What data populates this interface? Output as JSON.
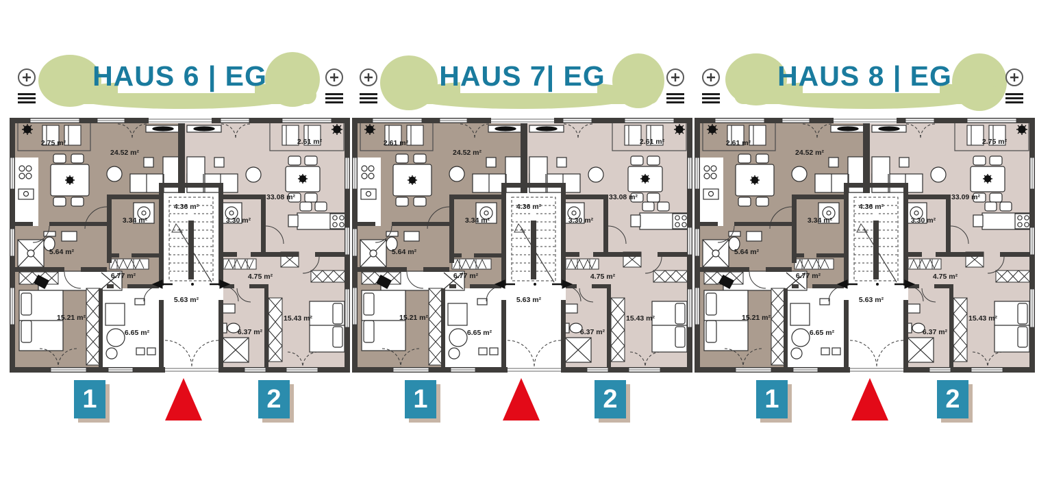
{
  "page": {
    "type": "floor-plan-sheet",
    "floor_level": "EG",
    "background": "#ffffff"
  },
  "colors": {
    "title_teal": "#1a7b9e",
    "foliage_green": "#cbd79c",
    "unit1_fill": "#ab9c8f",
    "unit2_fill": "#d9cdc8",
    "wall": "#3f3d3b",
    "badge_blue": "#2b8cad",
    "badge_shadow": "#c7b5a6",
    "triangle_red": "#e30a18"
  },
  "icons": {
    "zoom": "plus-circle-icon",
    "menu": "hamburger-menu-icon",
    "entrance_marker": "triangle-up"
  },
  "houses": [
    {
      "title": "HAUS 6 | EG",
      "rooms": {
        "balcony_left": "2.75 m²",
        "living_left": "24.52 m²",
        "balcony_right": "2.61 m²",
        "living_right": "33.08 m²",
        "utility_left": "3.34 m²",
        "stairs": "4.36 m²",
        "utility_right": "3.30 m²",
        "bath_left": "5.64 m²",
        "hall_left": "6.77 m²",
        "hall_right": "4.75 m²",
        "entry": "5.63 m²",
        "bedroom_left": "15.21 m²",
        "child_room": "6.65 m²",
        "bath_right": "6.37 m²",
        "bedroom_right": "15.43 m²"
      },
      "markers": {
        "unit1": "1",
        "unit2": "2"
      }
    },
    {
      "title": "HAUS 7| EG",
      "rooms": {
        "balcony_left": "2.61 m²",
        "living_left": "24.52 m²",
        "balcony_right": "2.61 m²",
        "living_right": "33.08 m²",
        "utility_left": "3.34 m²",
        "stairs": "4.36 m²",
        "utility_right": "3.30 m²",
        "bath_left": "5.64 m²",
        "hall_left": "6.77 m²",
        "hall_right": "4.75 m²",
        "entry": "5.63 m²",
        "bedroom_left": "15.21 m²",
        "child_room": "6.65 m²",
        "bath_right": "6.37 m²",
        "bedroom_right": "15.43 m²"
      },
      "markers": {
        "unit1": "1",
        "unit2": "2"
      }
    },
    {
      "title": "HAUS 8 | EG",
      "rooms": {
        "balcony_left": "2.61 m²",
        "living_left": "24.52 m²",
        "balcony_right": "2.75 m²",
        "living_right": "33.09 m²",
        "utility_left": "3.34 m²",
        "stairs": "4.36 m²",
        "utility_right": "3.30 m²",
        "bath_left": "5.64 m²",
        "hall_left": "6.77 m²",
        "hall_right": "4.75 m²",
        "entry": "5.63 m²",
        "bedroom_left": "15.21 m²",
        "child_room": "6.65 m²",
        "bath_right": "6.37 m²",
        "bedroom_right": "15.43 m²"
      },
      "markers": {
        "unit1": "1",
        "unit2": "2"
      }
    }
  ]
}
